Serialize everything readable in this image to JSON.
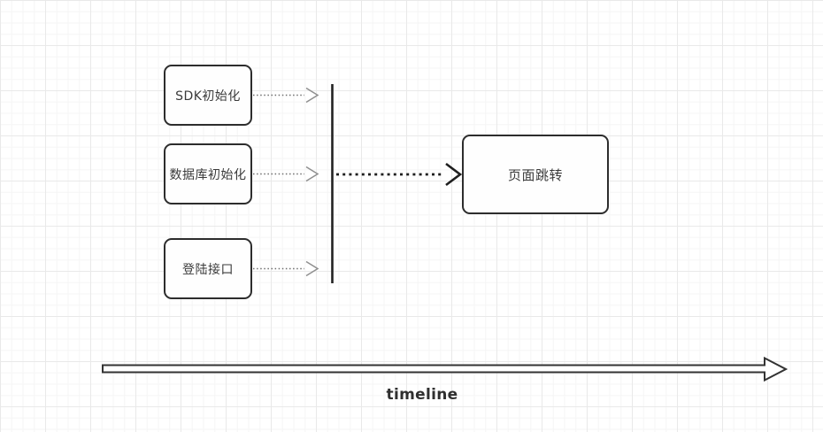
{
  "diagram": {
    "nodes": [
      {
        "id": "sdk-init",
        "label": "SDK初始化"
      },
      {
        "id": "db-init",
        "label": "数据库初始化"
      },
      {
        "id": "login-api",
        "label": "登陆接口"
      },
      {
        "id": "page-jump",
        "label": "页面跳转"
      }
    ],
    "barrier": {
      "id": "timeline-bar",
      "type": "vertical-line"
    },
    "edges": [
      {
        "from": "sdk-init",
        "to": "timeline-bar",
        "style": "dotted-arrow"
      },
      {
        "from": "db-init",
        "to": "timeline-bar",
        "style": "dotted-arrow"
      },
      {
        "from": "login-api",
        "to": "timeline-bar",
        "style": "dotted-arrow"
      },
      {
        "from": "timeline-bar",
        "to": "page-jump",
        "style": "bold-dotted-arrow"
      }
    ],
    "timeline_label": "timeline",
    "colors": {
      "node_border": "#2d2d2d",
      "node_text": "#3a3a3a",
      "connector_dots": "#6e6e6e",
      "connector_chevron": "#8f8f8f",
      "bold_connector": "#1f1f1f",
      "barrier_line": "#222222",
      "timeline_arrow_stroke": "#333333",
      "grid_minor": "#f5f5f5",
      "grid_major": "#e9e9e9",
      "background": "#ffffff"
    }
  }
}
